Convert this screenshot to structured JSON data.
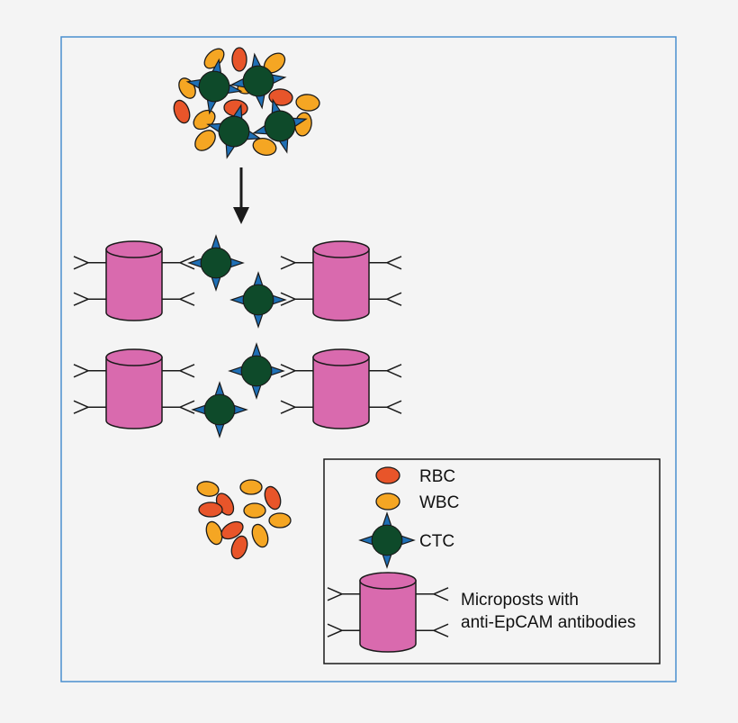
{
  "legend": {
    "rbc_label": "RBC",
    "wbc_label": "WBC",
    "ctc_label": "CTC",
    "micropost_label_line1": "Microposts with",
    "micropost_label_line2": "anti-EpCAM antibodies"
  },
  "colors": {
    "frame_border": "#4a8fcf",
    "background": "#f4f4f4",
    "rbc_fill": "#e8552a",
    "wbc_fill": "#f5a623",
    "ctc_star": "#1f6fb5",
    "ctc_nucleus": "#0e4a2a",
    "micropost_fill": "#d96aae",
    "stroke": "#1a1a1a"
  }
}
